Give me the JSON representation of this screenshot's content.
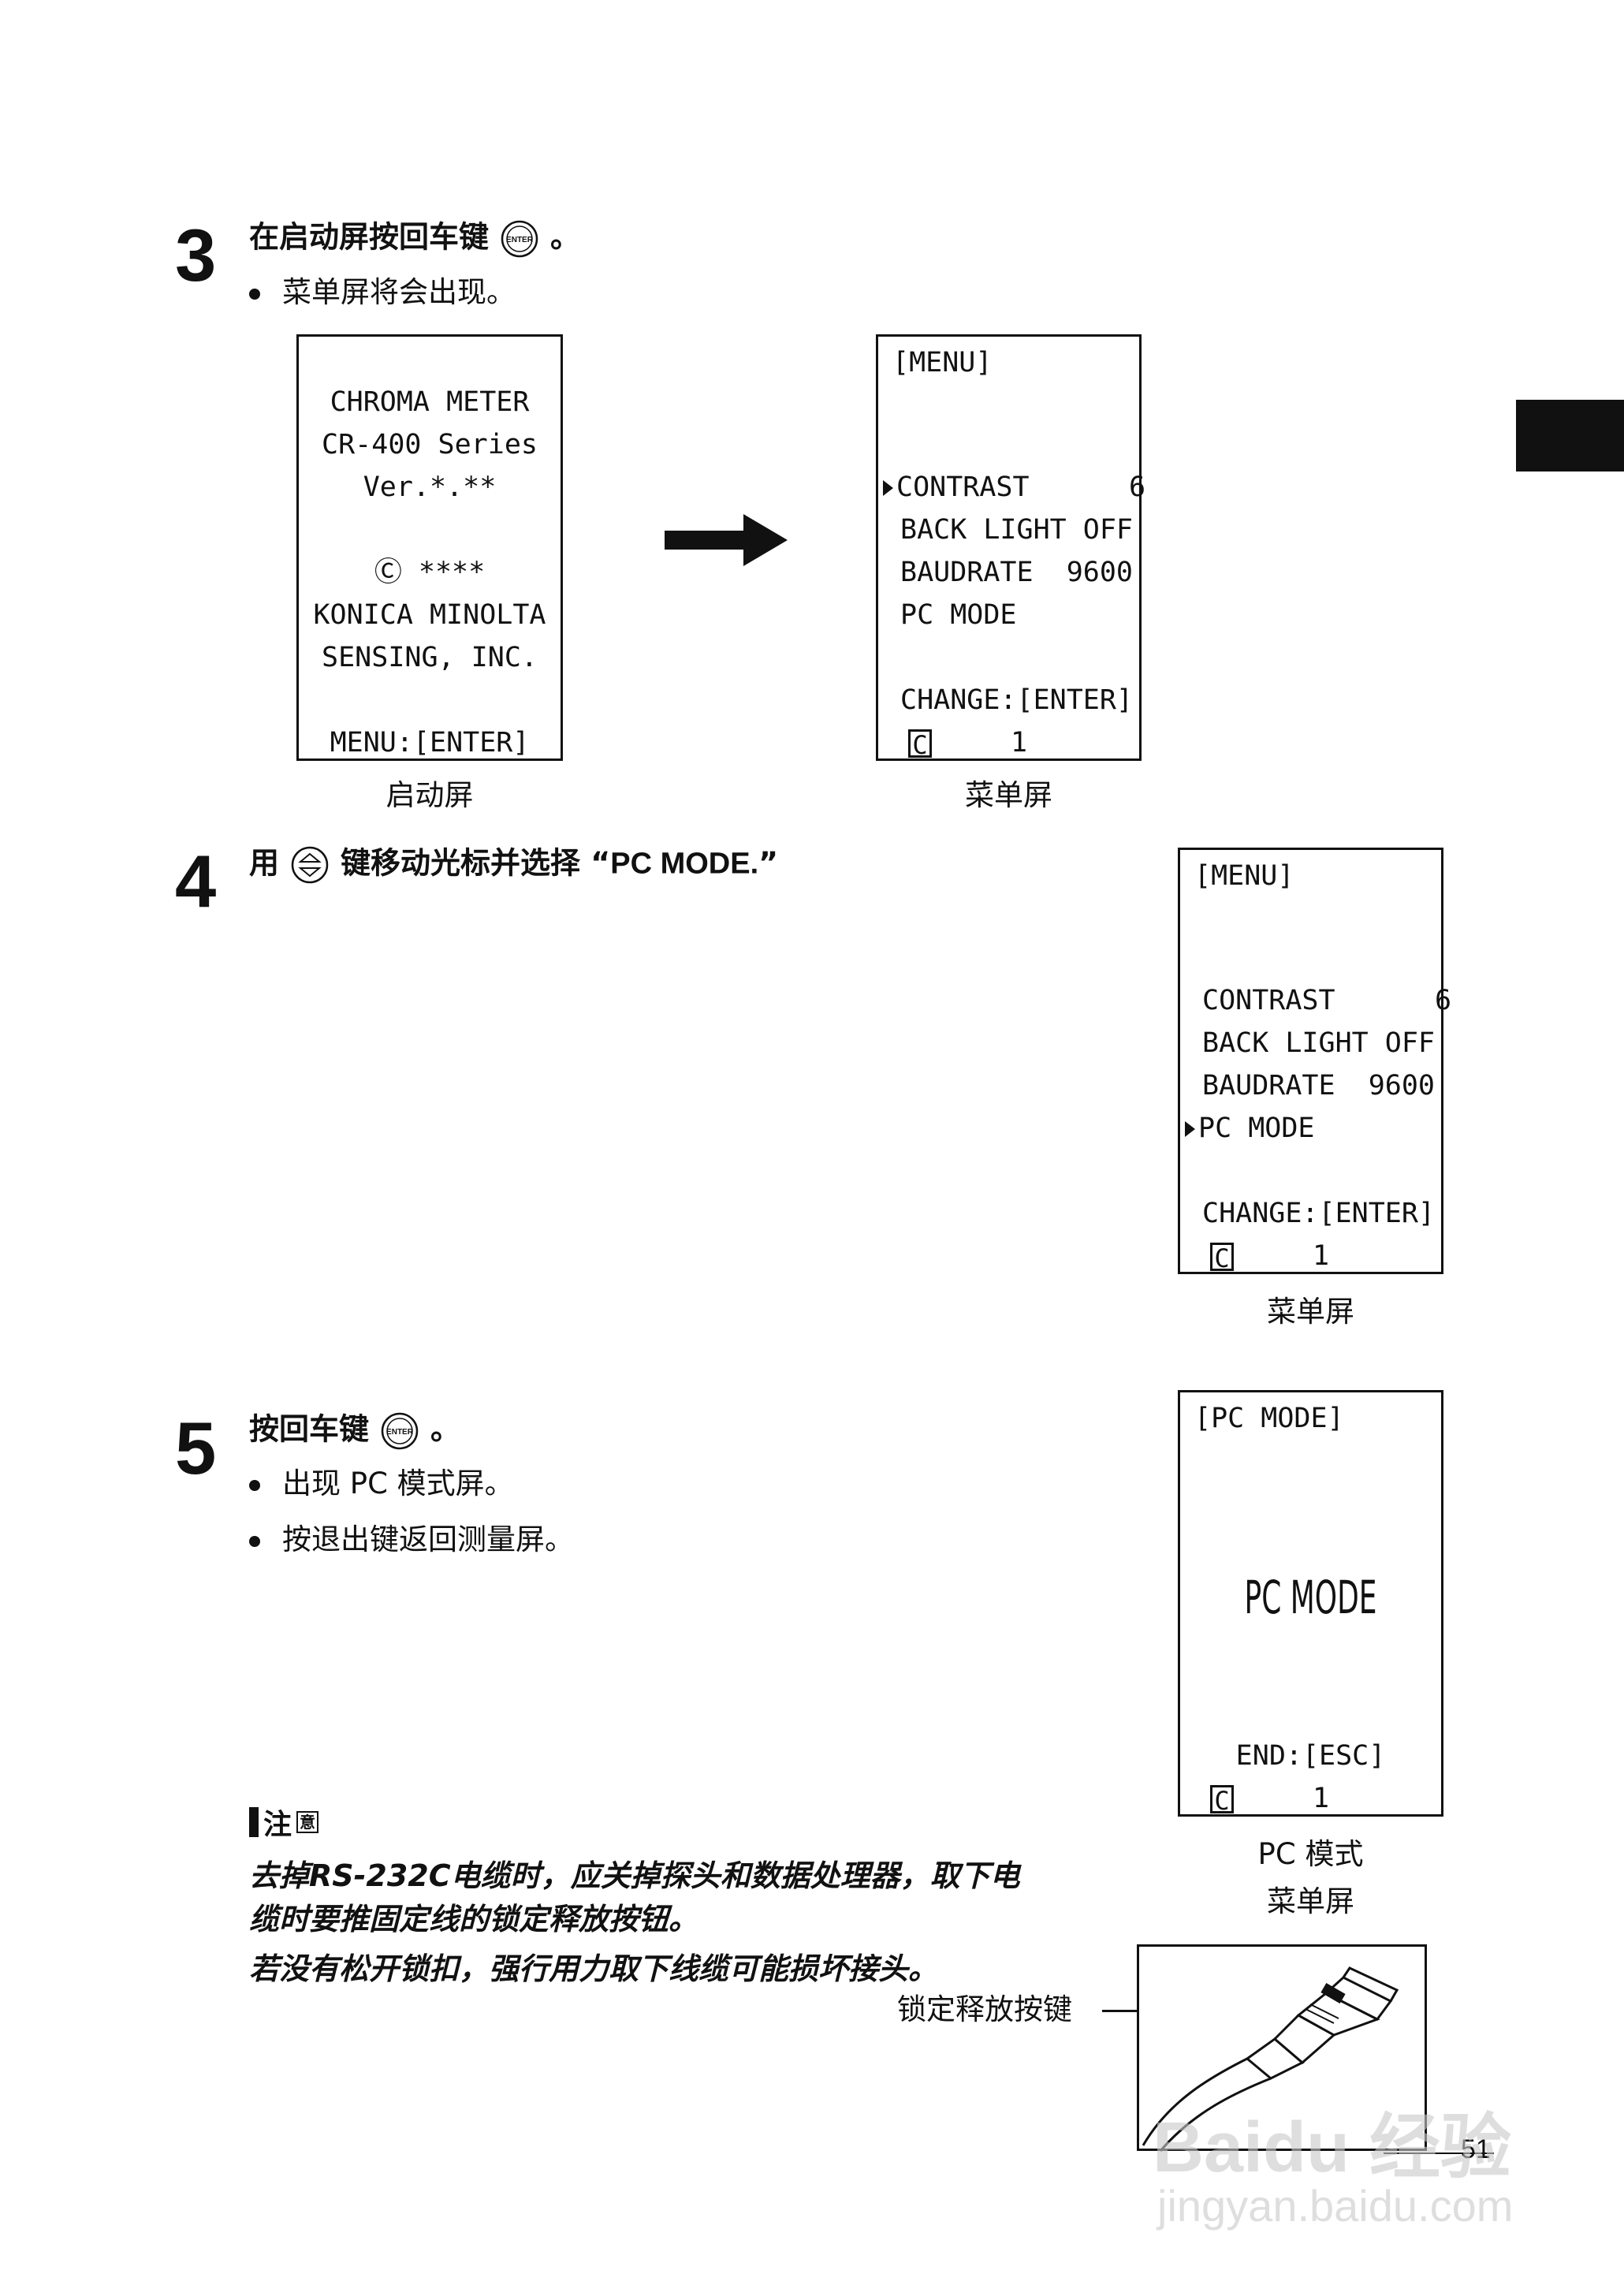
{
  "step3": {
    "number": "3",
    "heading_text": "在启动屏按回车键",
    "heading_suffix": "。",
    "key_label": "ENTER",
    "bullet": "菜单屏将会出现。"
  },
  "startup_screen": {
    "lines": [
      "CHROMA METER",
      "CR-400 Series",
      "Ver.*.**",
      "Ⓒ ****",
      "KONICA MINOLTA",
      "SENSING, INC."
    ],
    "footer": "MENU:[ENTER]",
    "caption": "启动屏"
  },
  "menu_screen_1": {
    "title": "[MENU]",
    "rows": [
      "CONTRAST      6",
      "BACK LIGHT OFF",
      "BAUDRATE  9600",
      "PC MODE"
    ],
    "change": "CHANGE:[ENTER]",
    "status_box": "C",
    "status_value": "1",
    "caption": "菜单屏"
  },
  "step4": {
    "number": "4",
    "heading_prefix": "用",
    "heading_text": "键移动光标并选择 “",
    "heading_em": "PC  MODE.",
    "heading_close": "”"
  },
  "menu_screen_2": {
    "title": "[MENU]",
    "rows": [
      "CONTRAST      6",
      "BACK LIGHT OFF",
      "BAUDRATE  9600",
      "PC MODE"
    ],
    "change": "CHANGE:[ENTER]",
    "status_box": "C",
    "status_value": "1",
    "caption": "菜单屏"
  },
  "step5": {
    "number": "5",
    "heading_text": "按回车键",
    "heading_suffix": "。",
    "key_label": "ENTER",
    "bullets": [
      "出现 PC 模式屏。",
      "按退出键返回测量屏。"
    ]
  },
  "pc_mode_screen": {
    "title": "[PC MODE]",
    "big": "PC MODE",
    "end": "END:[ESC]",
    "status_box": "C",
    "status_value": "1",
    "caption_line1": "PC 模式",
    "caption_line2": "菜单屏"
  },
  "note": {
    "label": "注",
    "label_small": "意",
    "lines": [
      "去掉RS-232C电缆时，应关掉探头和数据处理器，取下电",
      "缆时要推固定线的锁定释放按钮。",
      "若没有松开锁扣，强行用力取下线缆可能损坏接头。"
    ]
  },
  "connector": {
    "callout": "锁定释放按键"
  },
  "page_number": "51",
  "watermark": {
    "line1": "Baidu 经验",
    "line2": "jingyan.baidu.com"
  }
}
